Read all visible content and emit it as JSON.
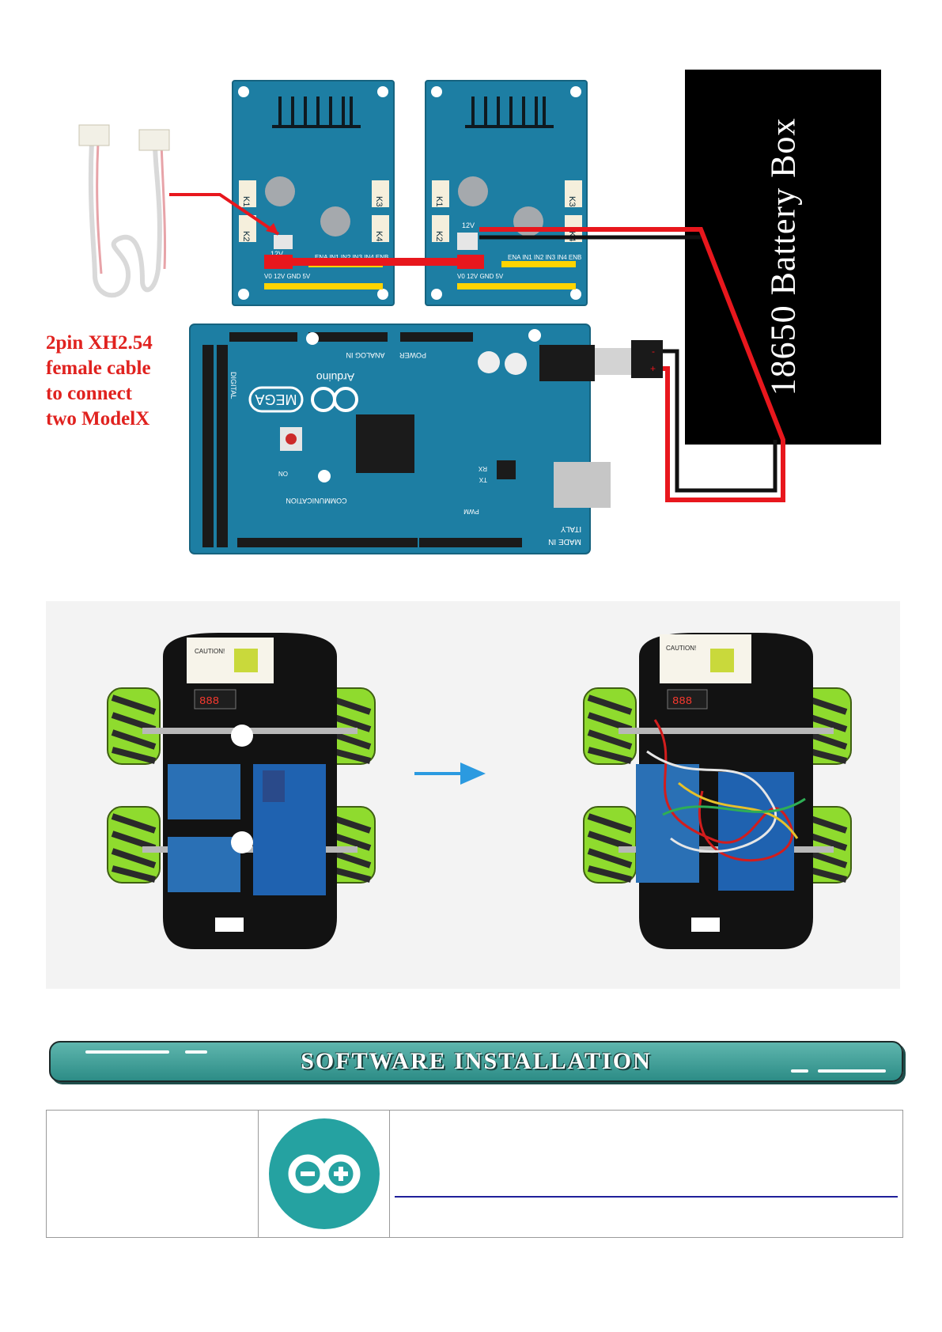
{
  "wiring": {
    "cable_label": "2pin XH2.54\nfemale cable\nto connect\ntwo ModelX",
    "battery_label": "18650 Battery Box",
    "motor_board": {
      "k1": "K1",
      "k2": "K2",
      "k3": "K3",
      "k4": "K4",
      "v12": "12V",
      "enable_pins": "ENA IN1 IN2 IN3 IN4 ENB",
      "power_pins": "V0 12V GND 5V"
    },
    "mega_board": {
      "brand": "Arduino",
      "model": "MEGA",
      "digital": "DIGITAL",
      "analog_in": "ANALOG IN",
      "power": "POWER",
      "communication": "COMMUNICATION",
      "made_in": "MADE IN",
      "italy": "ITALY",
      "pwm": "PWM",
      "tx": "TX",
      "rx": "RX",
      "on": "ON"
    },
    "plug": {
      "minus": "-",
      "plus": "+"
    }
  },
  "car": {
    "caution": "CAUTION!",
    "display": "888"
  },
  "banner": {
    "title": "SOFTWARE INSTALLATION"
  },
  "colors": {
    "pcb": "#1d7ea3",
    "wire_red": "#e8171d",
    "banner": "#3d9e97",
    "arduino_teal": "#25a2a1",
    "wheel_green": "#8fdb2e"
  }
}
